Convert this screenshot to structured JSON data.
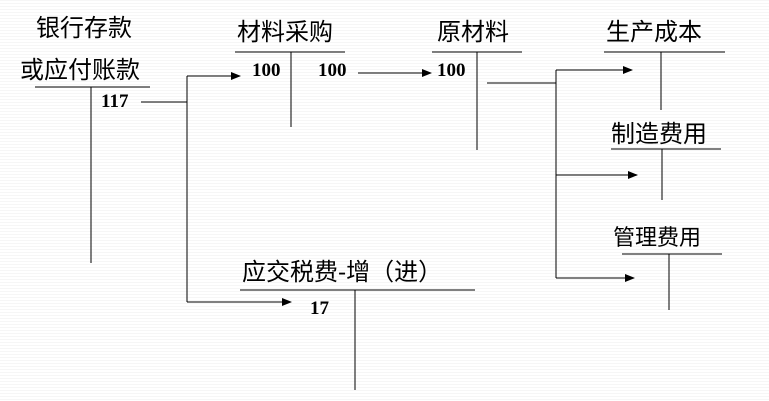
{
  "colors": {
    "background": "#ffffff",
    "stripe": "#f6f6f6",
    "ink": "#000000"
  },
  "accounts": {
    "bank": {
      "line1": "银行存款",
      "line2": "或应付账款",
      "credit": "117"
    },
    "purchase": {
      "title": "材料采购",
      "debit": "100",
      "credit": "100"
    },
    "raw_material": {
      "title": "原材料",
      "debit": "100"
    },
    "production_cost": {
      "title": "生产成本"
    },
    "manufacturing_overhead": {
      "title": "制造费用"
    },
    "admin_expense": {
      "title": "管理费用"
    },
    "vat": {
      "title": "应交税费-增（进）",
      "debit": "17"
    }
  }
}
